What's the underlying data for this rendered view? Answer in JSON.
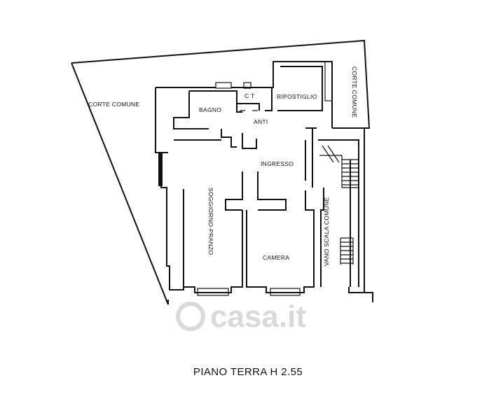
{
  "plan": {
    "title": "PIANO TERRA H 2.55",
    "rooms": {
      "corte_comune_left": "CORTE COMUNE",
      "corte_comune_right": "CORTE COMUNE",
      "bagno": "BAGNO",
      "ct": "C T",
      "ripostiglio": "RIPOSTIGLIO",
      "anti": "ANTI",
      "ingresso": "INGRESSO",
      "soggiorno_pranzo": "SOGGIORNO-PRANZO",
      "camera": "CAMERA",
      "vano_scala_comune": "VANO SCALA COMUNE"
    },
    "watermark": "casa.it",
    "colors": {
      "ink": "#111111",
      "watermark": "#d9d9d9",
      "background": "#ffffff"
    }
  }
}
